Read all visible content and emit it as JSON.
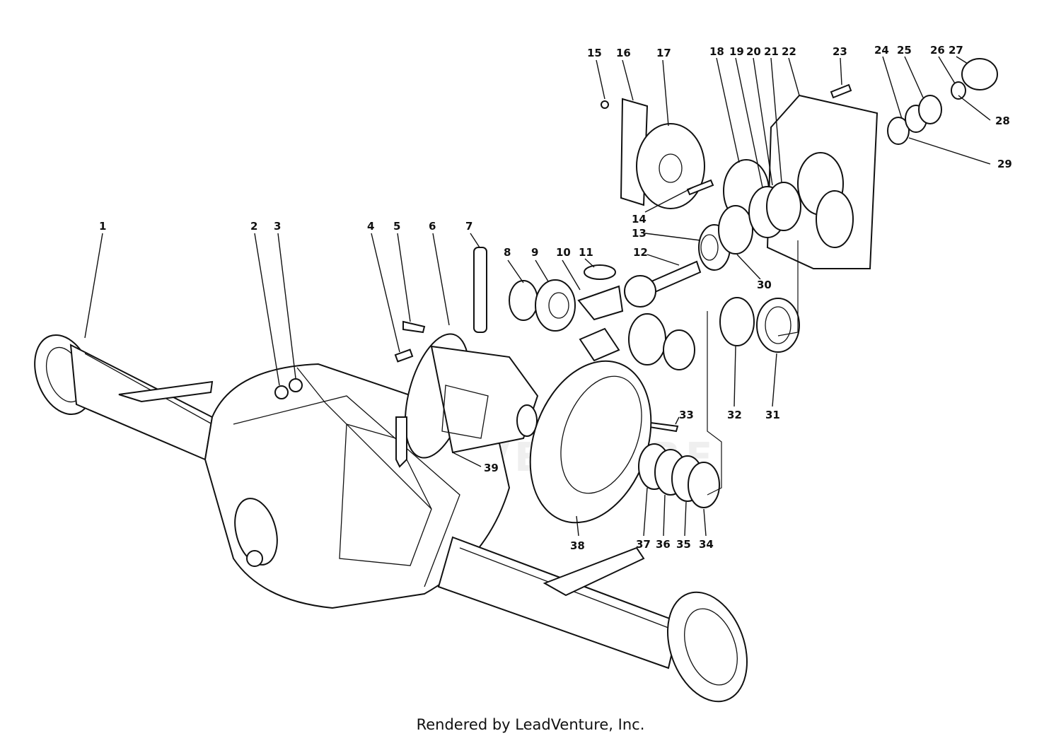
{
  "footer": "Rendered by LeadVenture, Inc.",
  "watermark": "LEADVENTURE",
  "callouts": [
    "1",
    "2",
    "3",
    "4",
    "5",
    "6",
    "7",
    "8",
    "9",
    "10",
    "11",
    "12",
    "13",
    "14",
    "15",
    "16",
    "17",
    "18",
    "19",
    "20",
    "21",
    "22",
    "23",
    "24",
    "25",
    "26",
    "27",
    "28",
    "29",
    "30",
    "31",
    "32",
    "33",
    "34",
    "35",
    "36",
    "37",
    "38",
    "39"
  ]
}
